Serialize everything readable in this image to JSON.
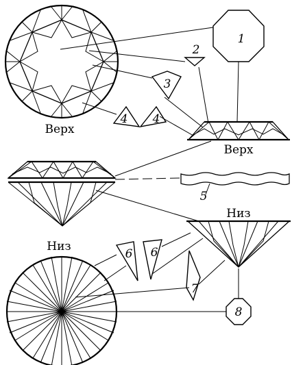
{
  "labels": {
    "top_round": "Верх",
    "top_side": "Верх",
    "bottom_side": "Низ",
    "bottom_round": "Низ"
  },
  "parts": {
    "table": "1",
    "star": "2",
    "bezel": "3",
    "upper_girdle_left": "4",
    "upper_girdle_right": "4",
    "girdle": "5",
    "lower_girdle_left": "6",
    "lower_girdle_right": "6",
    "pavilion_main": "7",
    "culet": "8"
  },
  "colors": {
    "line": "#000000",
    "background": "#ffffff"
  }
}
